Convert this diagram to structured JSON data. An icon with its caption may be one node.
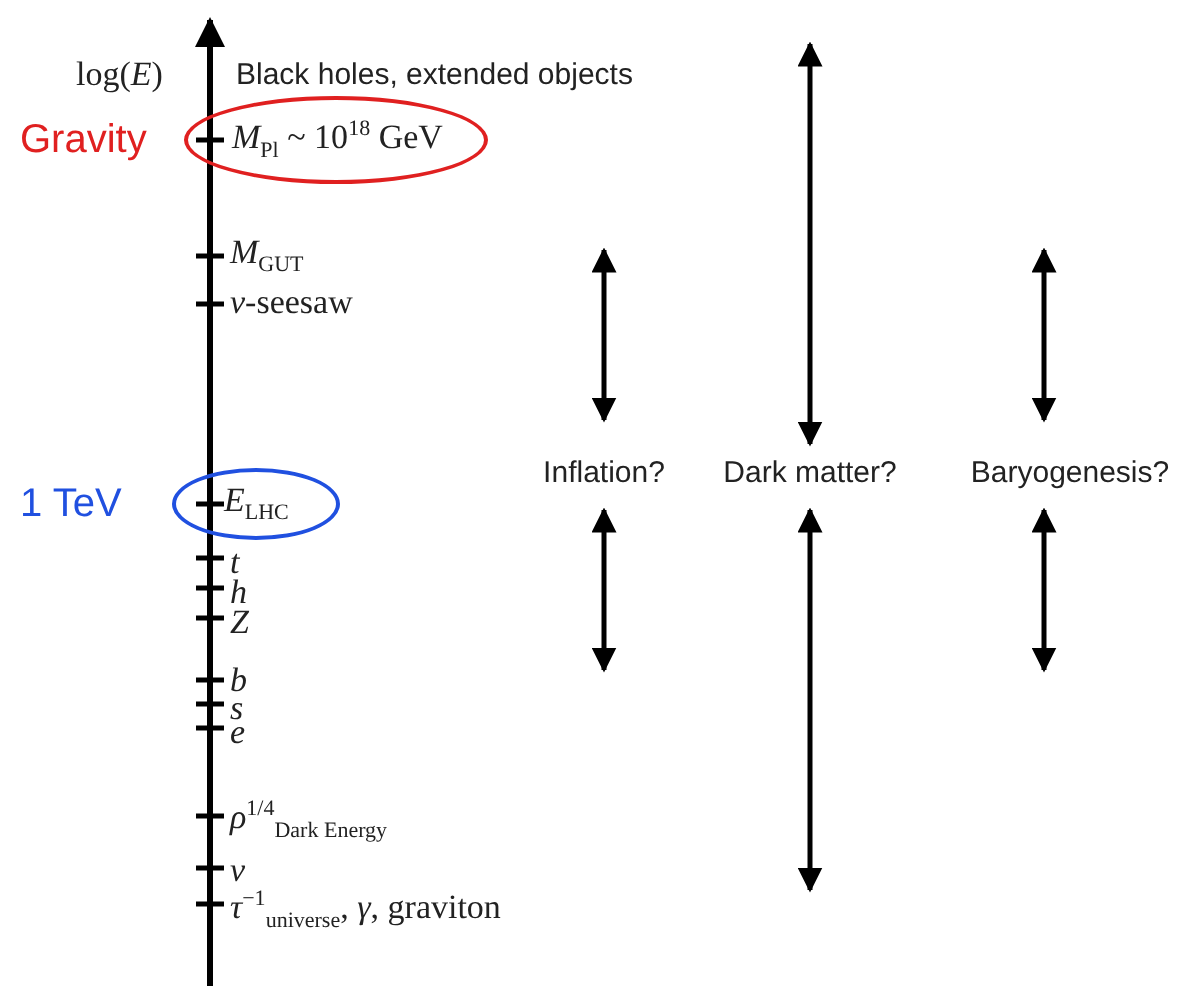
{
  "diagram": {
    "nodes": [
      {
        "text": [
          "*M*$_{Pl}$ ~ 10$^{18}$ GeV"
        ],
        "beside": [
          "Gravity"
        ]
      },
      {
        "text": [
          "*E*$_{LHC}$"
        ],
        "beside": [
          "1 TeV"
        ]
      }
    ],
    "labels": [
      "log(*E*)",
      "Black holes, extended objects",
      "*M*$_{GUT}$",
      "*ν*-seesaw",
      "Inflation?",
      "Dark matter?",
      "Baryogenesis?",
      "*t*",
      "*h*",
      "*Z*",
      "*b*",
      "*s*",
      "*e*",
      "*ρ*$^{1/4}$$_{Dark Energy}$",
      "*ν*",
      "*τ*$^{−1}$$_{universe}$, *γ*, graviton"
    ]
  }
}
